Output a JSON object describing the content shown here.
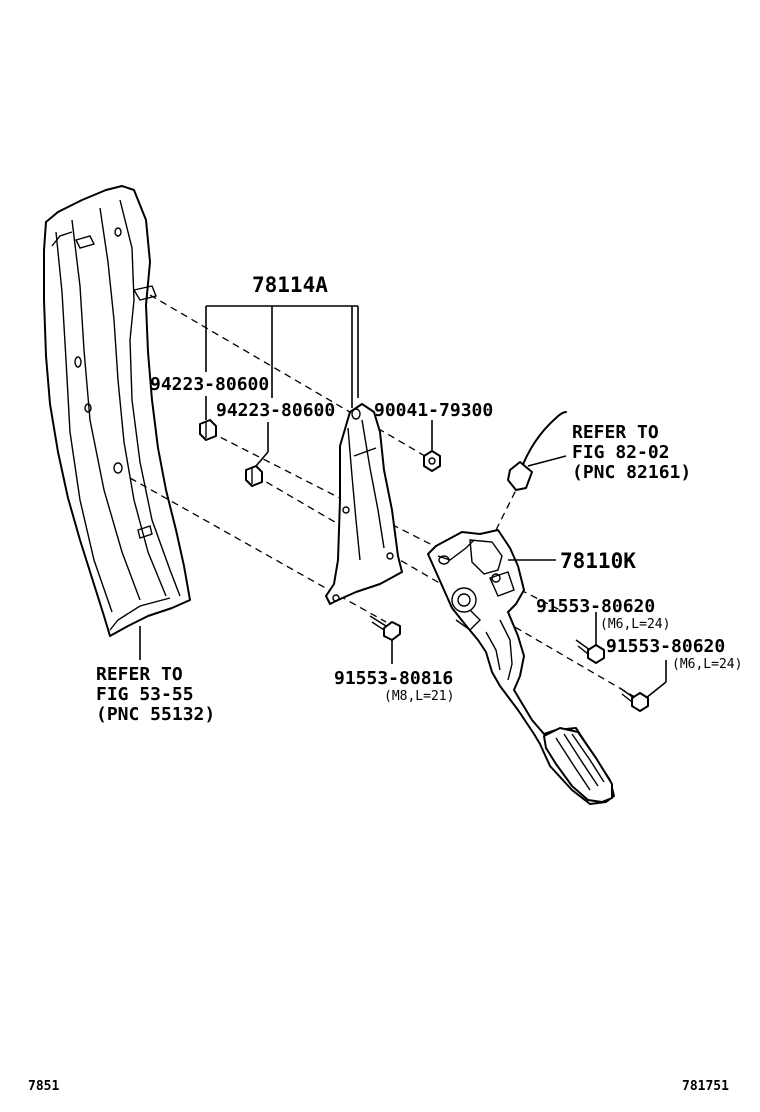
{
  "callouts": {
    "assembly_bracket": "78114A",
    "clip_left": "94223-80600",
    "clip_right": "94223-80600",
    "nut": "90041-79300",
    "pedal_assembly": "78110K",
    "bolt_lower": "91553-80816",
    "bolt_lower_spec": "(M8,L=21)",
    "bolt_upper": "91553-80620",
    "bolt_upper_spec": "(M6,L=24)",
    "bolt_bottom": "91553-80620",
    "bolt_bottom_spec": "(M6,L=24)"
  },
  "refer_cable": {
    "line1": "REFER TO",
    "line2": "FIG 82-02",
    "line3": "(PNC 82161)"
  },
  "refer_panel": {
    "line1": "REFER TO",
    "line2": "FIG 53-55",
    "line3": "(PNC 55132)"
  },
  "footer": {
    "left_code": "7851",
    "right_code": "781751"
  }
}
